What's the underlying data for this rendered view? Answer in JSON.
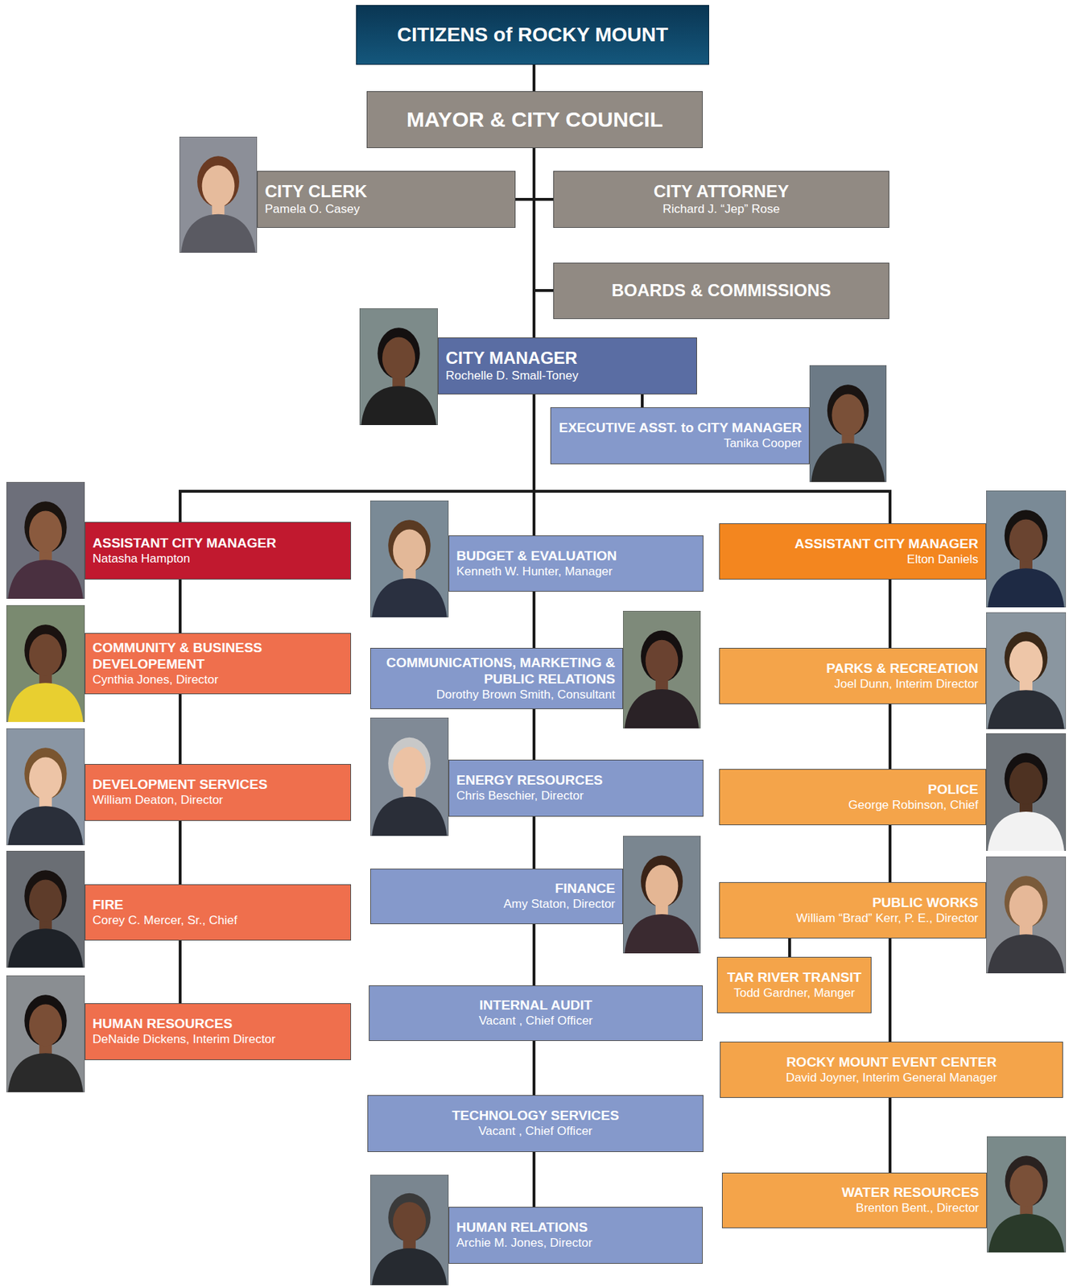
{
  "diagram": {
    "nodes": [
      {
        "text": [
          "CITIZENS of ROCKY MOUNT"
        ]
      },
      {
        "text": [
          "MAYOR & CITY COUNCIL"
        ]
      },
      {
        "text": [
          "CITY CLERK",
          "Pamela O. Casey"
        ]
      },
      {
        "text": [
          "CITY ATTORNEY",
          "Richard J. “Jep” Rose"
        ]
      },
      {
        "text": [
          "BOARDS & COMMISSIONS"
        ]
      },
      {
        "text": [
          "CITY MANAGER",
          "Rochelle D. Small-Toney"
        ]
      },
      {
        "text": [
          "EXECUTIVE ASST. to CITY MANAGER",
          "Tanika Cooper"
        ]
      },
      {
        "text": [
          "ASSISTANT CITY MANAGER",
          "Natasha Hampton"
        ]
      },
      {
        "text": [
          "BUDGET & EVALUATION",
          "Kenneth W. Hunter, Manager"
        ]
      },
      {
        "text": [
          "ASSISTANT CITY MANAGER",
          "Elton Daniels"
        ]
      },
      {
        "text": [
          "COMMUNITY & BUSINESS DEVELOPEMENT",
          "Cynthia Jones, Director"
        ]
      },
      {
        "text": [
          "COMMUNICATIONS, MARKETING & PUBLIC RELATIONS",
          "Dorothy Brown Smith, Consultant"
        ]
      },
      {
        "text": [
          "PARKS & RECREATION",
          "Joel Dunn, Interim Director"
        ]
      },
      {
        "text": [
          "DEVELOPMENT SERVICES",
          "William Deaton, Director"
        ]
      },
      {
        "text": [
          "ENERGY RESOURCES",
          "Chris Beschier, Director"
        ]
      },
      {
        "text": [
          "POLICE",
          "George Robinson, Chief"
        ]
      },
      {
        "text": [
          "FIRE",
          "Corey C. Mercer, Sr., Chief"
        ]
      },
      {
        "text": [
          "FINANCE",
          "Amy Staton, Director"
        ]
      },
      {
        "text": [
          "PUBLIC WORKS",
          "William “Brad” Kerr, P. E., Director"
        ]
      },
      {
        "text": [
          "TAR RIVER TRANSIT",
          "Todd Gardner, Manger"
        ]
      },
      {
        "text": [
          "HUMAN RESOURCES",
          "DeNaide Dickens, Interim Director"
        ]
      },
      {
        "text": [
          "INTERNAL AUDIT",
          "Vacant , Chief Officer"
        ]
      },
      {
        "text": [
          "ROCKY MOUNT EVENT CENTER",
          "David Joyner, Interim General Manager"
        ]
      },
      {
        "text": [
          "TECHNOLOGY SERVICES",
          "Vacant , Chief Officer"
        ]
      },
      {
        "text": [
          "WATER RESOURCES",
          "Brenton Bent., Director"
        ]
      },
      {
        "text": [
          "HUMAN RELATIONS",
          "Archie M. Jones, Director"
        ]
      }
    ],
    "edges": [
      {
        "from": 0,
        "to": 1,
        "arrow": "none"
      },
      {
        "from": 1,
        "to": 2,
        "arrow": "none"
      },
      {
        "from": 1,
        "to": 3,
        "arrow": "none"
      },
      {
        "from": 1,
        "to": 4,
        "arrow": "none"
      },
      {
        "from": 1,
        "to": 5,
        "arrow": "none"
      },
      {
        "from": 5,
        "to": 6,
        "arrow": "none"
      },
      {
        "from": 5,
        "to": 7,
        "arrow": "none"
      },
      {
        "from": 5,
        "to": 8,
        "arrow": "none"
      },
      {
        "from": 5,
        "to": 9,
        "arrow": "none"
      },
      {
        "from": 7,
        "to": 10,
        "arrow": "none"
      },
      {
        "from": 10,
        "to": 13,
        "arrow": "none"
      },
      {
        "from": 13,
        "to": 16,
        "arrow": "none"
      },
      {
        "from": 16,
        "to": 20,
        "arrow": "none"
      },
      {
        "from": 8,
        "to": 11,
        "arrow": "none"
      },
      {
        "from": 11,
        "to": 14,
        "arrow": "none"
      },
      {
        "from": 14,
        "to": 17,
        "arrow": "none"
      },
      {
        "from": 17,
        "to": 21,
        "arrow": "none"
      },
      {
        "from": 21,
        "to": 23,
        "arrow": "none"
      },
      {
        "from": 23,
        "to": 25,
        "arrow": "none"
      },
      {
        "from": 9,
        "to": 12,
        "arrow": "none"
      },
      {
        "from": 12,
        "to": 15,
        "arrow": "none"
      },
      {
        "from": 15,
        "to": 18,
        "arrow": "none"
      },
      {
        "from": 18,
        "to": 19,
        "arrow": "none"
      },
      {
        "from": 18,
        "to": 22,
        "arrow": "none"
      },
      {
        "from": 22,
        "to": 24,
        "arrow": "none"
      }
    ]
  }
}
